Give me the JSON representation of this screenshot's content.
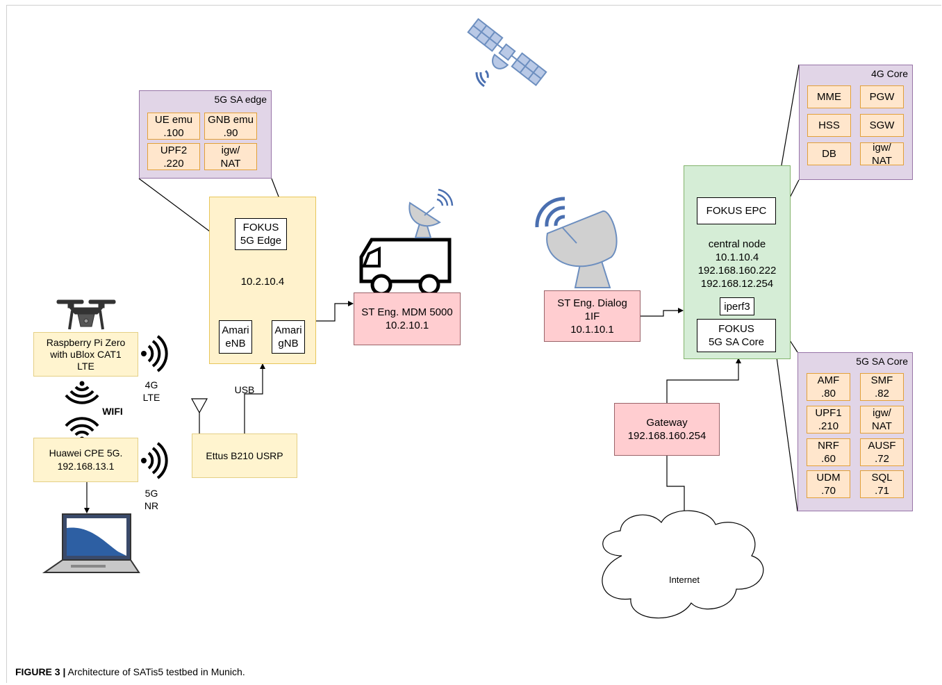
{
  "edge": {
    "panel_title": "5G SA edge",
    "ue_emu": "UE emu\n.100",
    "gnb_emu": "GNB emu\n.90",
    "upf2": "UPF2\n.220",
    "igw_nat": "igw/\nNAT"
  },
  "edge_node": {
    "fokus_edge": "FOKUS\n5G Edge",
    "ip": "10.2.10.4",
    "amari_enb": "Amari\neNB",
    "amari_gnb": "Amari\ngNB"
  },
  "modem": "ST Eng. MDM 5000\n10.2.10.1",
  "ground_station": "ST Eng. Dialog\n1IF\n10.1.10.1",
  "central": {
    "fokus_epc": "FOKUS EPC",
    "info": "central node\n10.1.10.4\n192.168.160.222\n192.168.12.254",
    "iperf3": "iperf3",
    "fokus_core": "FOKUS\n5G SA Core"
  },
  "core4g": {
    "title": "4G Core",
    "items": [
      "MME",
      "PGW",
      "HSS",
      "SGW",
      "DB",
      "igw/\nNAT"
    ]
  },
  "core5g": {
    "title": "5G SA Core",
    "items": [
      "AMF\n.80",
      "SMF\n.82",
      "UPF1\n.210",
      "igw/\nNAT",
      "NRF\n.60",
      "AUSF\n.72",
      "UDM\n.70",
      "SQL\n.71"
    ]
  },
  "gateway": "Gateway\n192.168.160.254",
  "internet": "Internet",
  "raspberry": "Raspberry Pi Zero\nwith uBlox CAT1\nLTE",
  "huawei": "Huawei CPE 5G.\n192.168.13.1",
  "ettus": "Ettus B210 USRP",
  "labels": {
    "lte": "4G\nLTE",
    "nr": "5G\nNR",
    "wifi": "WIFI",
    "usb": "USB"
  },
  "caption": {
    "prefix": "FIGURE 3 |",
    "text": " Architecture of SATis5 testbed in Munich."
  },
  "colors": {
    "yellow": "#fff2cc",
    "pink": "#ffcdd0",
    "green": "#d5edd6",
    "purple": "#e1d5e7",
    "orange": "#ffe6cc",
    "icon_blue": "#4a6fb0",
    "satellite": "#b9c9e6"
  }
}
